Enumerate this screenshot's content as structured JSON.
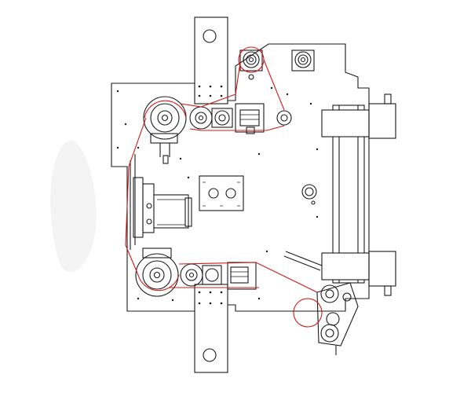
{
  "colors": {
    "line": "#1a1a1a",
    "belt": "#d01818",
    "background": "#ffffff"
  },
  "components": {
    "upper_mounting_bracket": "mounting-bracket",
    "lower_mounting_bracket": "mounting-bracket",
    "main_plate": "base-plate",
    "drive_pulleys": [
      "pulley",
      "pulley",
      "pulley",
      "pulley",
      "pulley",
      "pulley",
      "pulley",
      "pulley"
    ],
    "motor": "motor",
    "tensioners": [
      "tensioner",
      "tensioner"
    ],
    "linear_guide": "linear-rail",
    "belt": "timing-belt"
  }
}
